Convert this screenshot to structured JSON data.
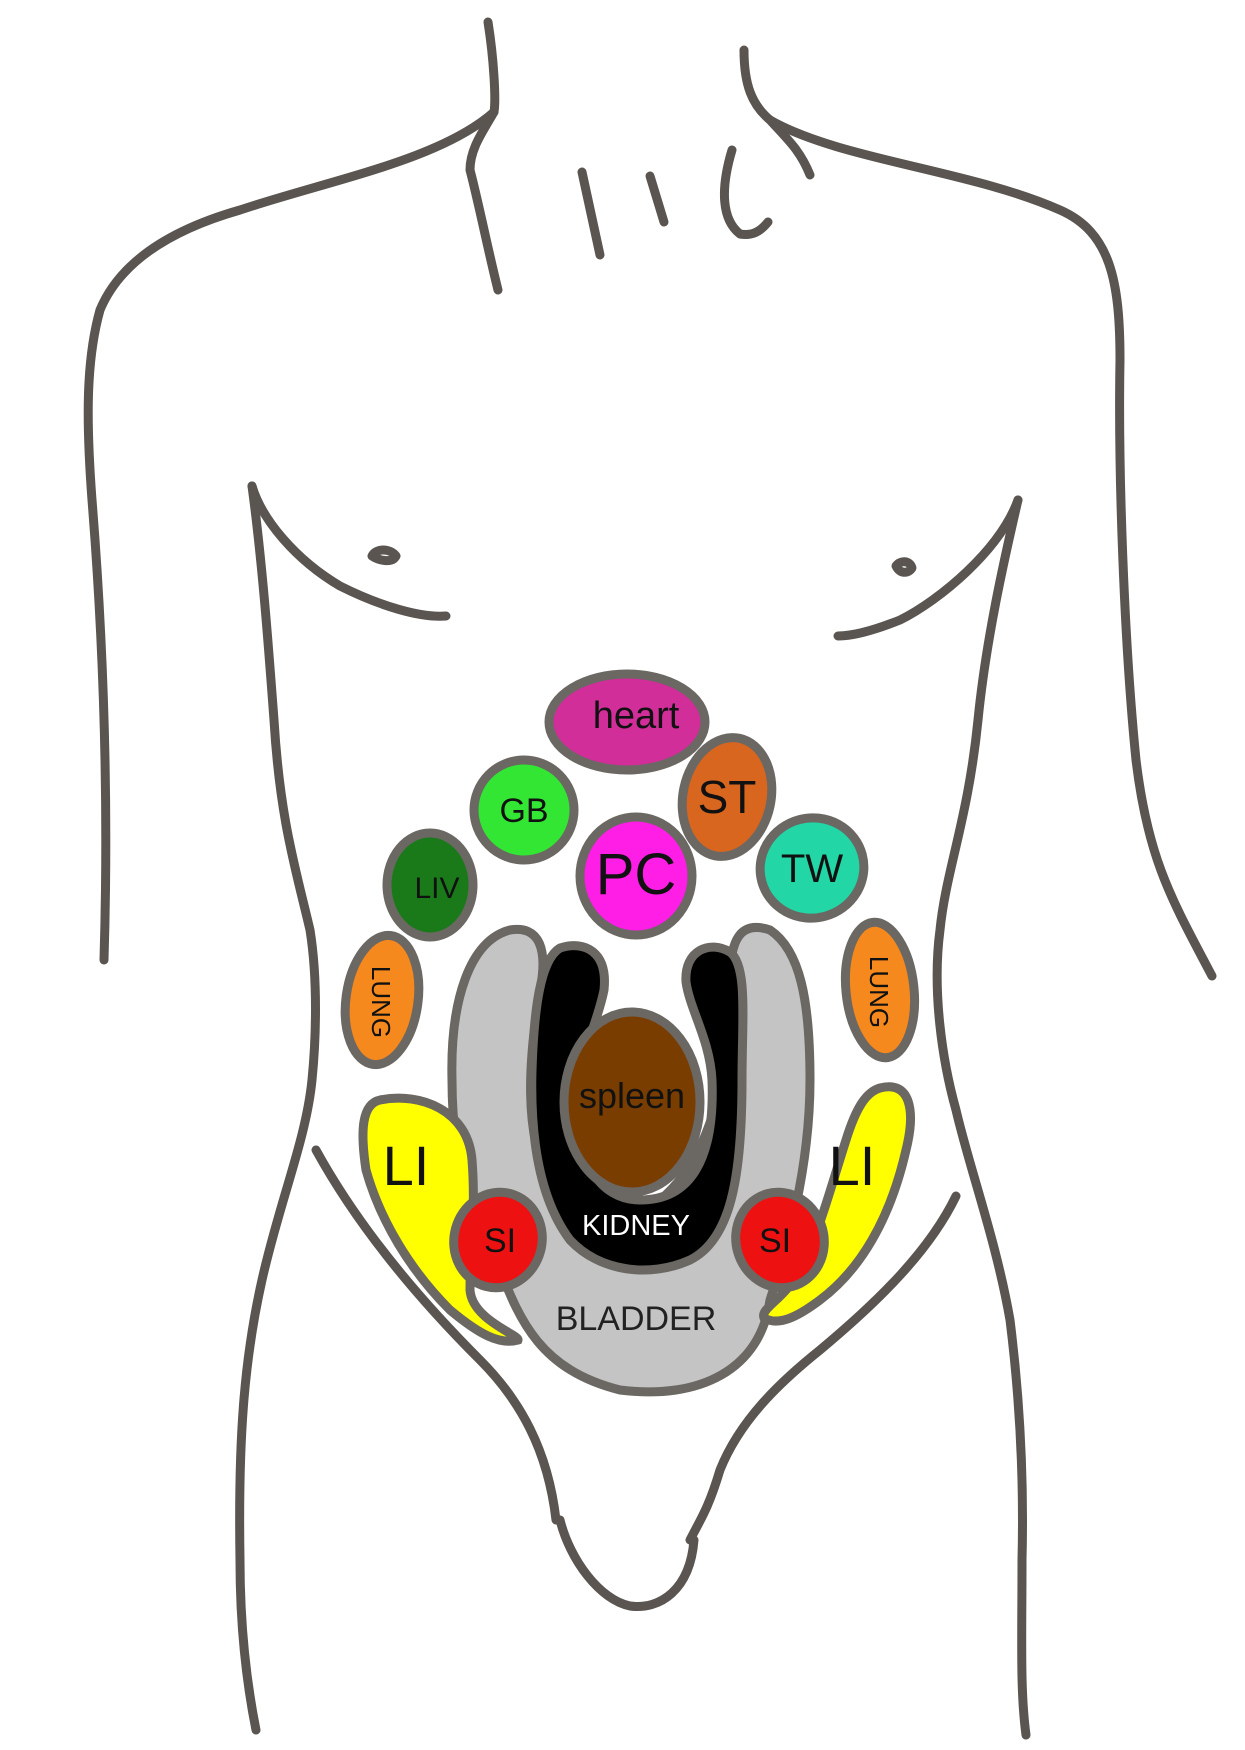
{
  "colors": {
    "outline": "#5a5550",
    "heart": "#d12e9a",
    "gallbladder": "#33e633",
    "stomach": "#d8661f",
    "pericardium": "#ff1ee6",
    "liver": "#1a7a1a",
    "triple_warmer": "#22d6a6",
    "lung": "#f5891e",
    "kidney": "#000000",
    "spleen": "#7a3d00",
    "bladder": "#c4c4c4",
    "large_intestine": "#ffff00",
    "small_intestine": "#ee1111"
  },
  "labels": {
    "heart": "heart",
    "gallbladder": "GB",
    "stomach": "ST",
    "pericardium": "PC",
    "liver": "LIV",
    "triple_warmer": "TW",
    "lung_left": "LUNG",
    "lung_right": "LUNG",
    "spleen": "spleen",
    "kidney": "KIDNEY",
    "bladder": "BLADDER",
    "large_intestine_left": "LI",
    "large_intestine_right": "LI",
    "small_intestine_left": "SI",
    "small_intestine_right": "SI"
  }
}
